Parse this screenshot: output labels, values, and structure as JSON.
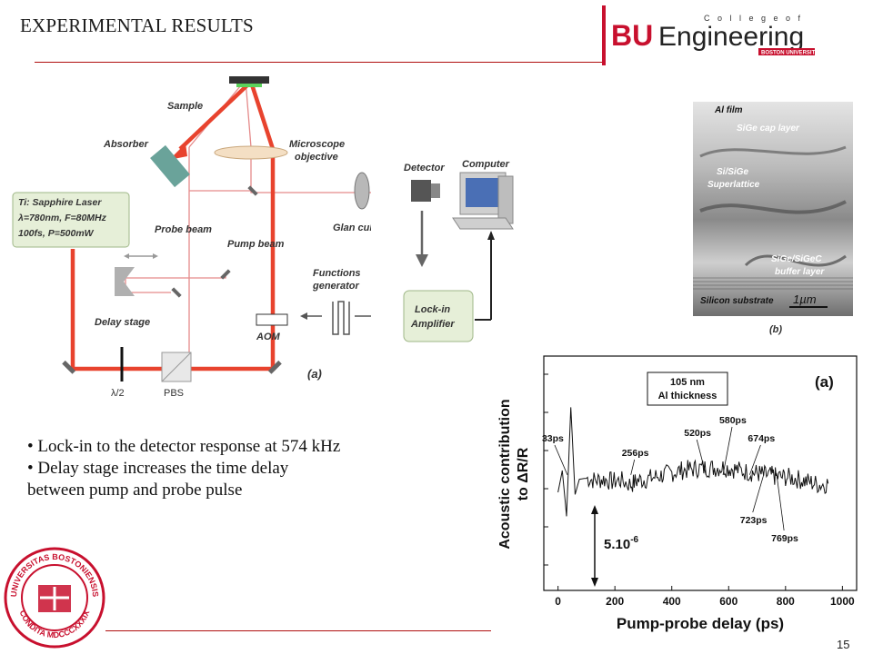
{
  "slide": {
    "title": "EXPERIMENTAL RESULTS",
    "page_number": "15"
  },
  "logo": {
    "bu": "BU",
    "engineering": "Engineering",
    "college_of": "C o l l e g e   o f",
    "university": "BOSTON UNIVERSITY",
    "seal_top": "UNIVERSITAS BOSTONIENSIS",
    "seal_bottom": "CONDITA MDCCCXXXIX"
  },
  "bullets": {
    "b1_line1": "• Lock-in to the detector response at 574 kHz",
    "b2_line1": "• Delay stage increases the time delay",
    "b2_line2": "between pump and probe pulse"
  },
  "setup": {
    "sample": "Sample",
    "absorber": "Absorber",
    "microscope1": "Microscope",
    "microscope2": "objective",
    "detector": "Detector",
    "computer": "Computer",
    "laser1": "Ti: Sapphire Laser",
    "laser2": "λ=780nm, F=80MHz",
    "laser3": "100fs, P=500mW",
    "probe_beam": "Probe beam",
    "pump_beam": "Pump beam",
    "glan_cube": "Glan cube",
    "functions1": "Functions",
    "functions2": "generator",
    "lockin1": "Lock-in",
    "lockin2": "Amplifier",
    "delay_stage": "Delay stage",
    "aom": "AOM",
    "half_wave": "λ/2",
    "pbs": "PBS",
    "panel_label": "(a)"
  },
  "tem": {
    "al_film": "Al film",
    "cap": "SiGe cap layer",
    "superlattice1": "Si/SiGe",
    "superlattice2": "Superlattice",
    "buffer1": "SiGe/SiGeC",
    "buffer2": "buffer layer",
    "substrate": "Silicon substrate",
    "scale": "1µm",
    "panel_label": "(b)"
  },
  "chart_data": {
    "type": "line",
    "title": "",
    "panel_label": "(a)",
    "legend_line1": "105 nm",
    "legend_line2": "Al thickness",
    "xlabel": "Pump-probe delay (ps)",
    "ylabel_line1": "Acoustic contribution",
    "ylabel_line2": "to ΔR/R",
    "xlim": [
      -50,
      1050
    ],
    "xticks": [
      0,
      200,
      400,
      600,
      800,
      1000
    ],
    "xtick_labels": [
      "0",
      "200",
      "400",
      "600",
      "800",
      "1000"
    ],
    "scale_bar_label": "5.10",
    "scale_bar_exponent": "-6",
    "annotations": [
      {
        "text": "33ps",
        "x": 33
      },
      {
        "text": "256ps",
        "x": 256
      },
      {
        "text": "520ps",
        "x": 520
      },
      {
        "text": "580ps",
        "x": 580
      },
      {
        "text": "674ps",
        "x": 674
      },
      {
        "text": "723ps",
        "x": 723
      },
      {
        "text": "769ps",
        "x": 769
      }
    ],
    "series": [
      {
        "color": "#111111",
        "x": [
          0,
          15,
          30,
          45,
          60,
          75,
          100,
          130,
          160,
          190,
          220,
          256,
          280,
          310,
          340,
          370,
          400,
          430,
          460,
          490,
          520,
          550,
          580,
          610,
          640,
          674,
          700,
          723,
          750,
          769,
          800,
          830,
          860,
          890,
          920,
          950
        ],
        "y": [
          -0.5,
          0.5,
          -1.6,
          3.4,
          -0.6,
          0.1,
          0.15,
          0.05,
          0.1,
          0.0,
          0.05,
          -0.15,
          0.05,
          0.1,
          0.2,
          0.3,
          0.4,
          0.5,
          0.55,
          0.6,
          0.62,
          0.62,
          0.65,
          0.6,
          0.5,
          0.42,
          0.38,
          0.3,
          0.28,
          0.2,
          0.2,
          0.15,
          0.05,
          -0.05,
          -0.15,
          -0.1
        ]
      }
    ]
  }
}
